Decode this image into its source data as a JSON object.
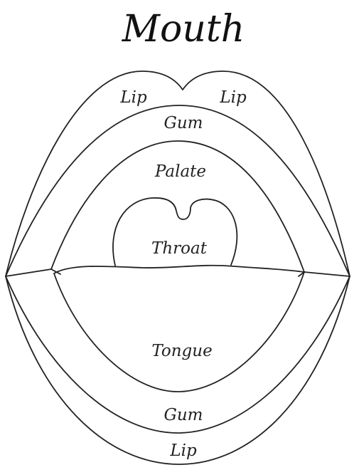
{
  "title": "Mouth",
  "labels": {
    "upper_lip_left": "Lip",
    "upper_lip_right": "Lip",
    "upper_gum": "Gum",
    "palate": "Palate",
    "throat": "Throat",
    "tongue": "Tongue",
    "lower_gum": "Gum",
    "lower_lip": "Lip"
  },
  "colors": {
    "outline": "#222222",
    "background": "#ffffff"
  }
}
